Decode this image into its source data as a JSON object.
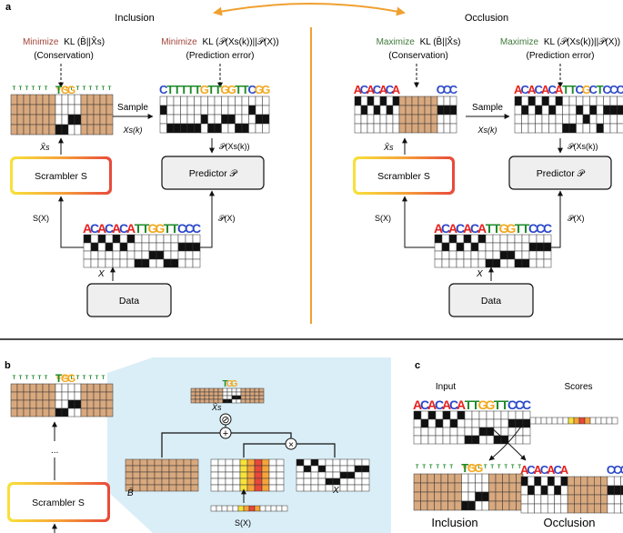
{
  "panels": {
    "a": {
      "letter": "a",
      "inclusion": {
        "heading": "Inclusion",
        "objective_left": {
          "verb": "Minimize",
          "expr": "KL (B̄||X̂s)",
          "caption": "(Conservation)"
        },
        "objective_right": {
          "verb": "Minimize",
          "expr": "KL (𝒫(Xs(k))||𝒫(X))",
          "caption": "(Prediction error)"
        },
        "sample_label": "Sample",
        "logo_sampled": "CTTTTTGTTGGTTCGG"
      },
      "occlusion": {
        "heading": "Occlusion",
        "objective_left": {
          "verb": "Maximize",
          "expr": "KL (B̄||X̂s)",
          "caption": "(Conservation)"
        },
        "objective_right": {
          "verb": "Maximize",
          "expr": "KL (𝒫(Xs(k))||𝒫(X))",
          "caption": "(Prediction error)"
        },
        "sample_label": "Sample",
        "logo_sampled": "ACACACATTCGCTCCC"
      },
      "labels": {
        "xhat_s": "X̂s",
        "xs_k": "Xs(k)",
        "p_xs_k": "𝒫(Xs(k))",
        "s_x": "S(X)",
        "p_x": "𝒫(X)",
        "x": "X"
      },
      "boxes": {
        "scrambler": "Scrambler S",
        "predictor": "Predictor 𝒫",
        "data": "Data"
      },
      "logo_input": "ACACACATTGGTTCCC"
    },
    "b": {
      "letter": "b",
      "scrambler": "Scrambler S",
      "ellipsis": "...",
      "labels": {
        "xhat_s": "X̂s",
        "bbar": "B̄",
        "x": "X",
        "s_x": "S(X)"
      },
      "op_divide": "⊘",
      "op_plus": "+",
      "op_times": "×"
    },
    "c": {
      "letter": "c",
      "input_label": "Input",
      "scores_label": "Scores",
      "logo_input": "ACACACATTGGTTCCC",
      "inclusion_label": "Inclusion",
      "occlusion_label": "Occlusion"
    }
  },
  "colors": {
    "minimize": "#a0453a",
    "maximize": "#3f7a3a",
    "swap_arrow": "#f0a030",
    "divider": "#f0a030",
    "zoom_bg": "#daeef7",
    "pwm_fill": "#d8a87e",
    "nuc_A": "#e8211d",
    "nuc_C": "#2a47c8",
    "nuc_G": "#f2a81d",
    "nuc_T": "#1e8a2a"
  }
}
